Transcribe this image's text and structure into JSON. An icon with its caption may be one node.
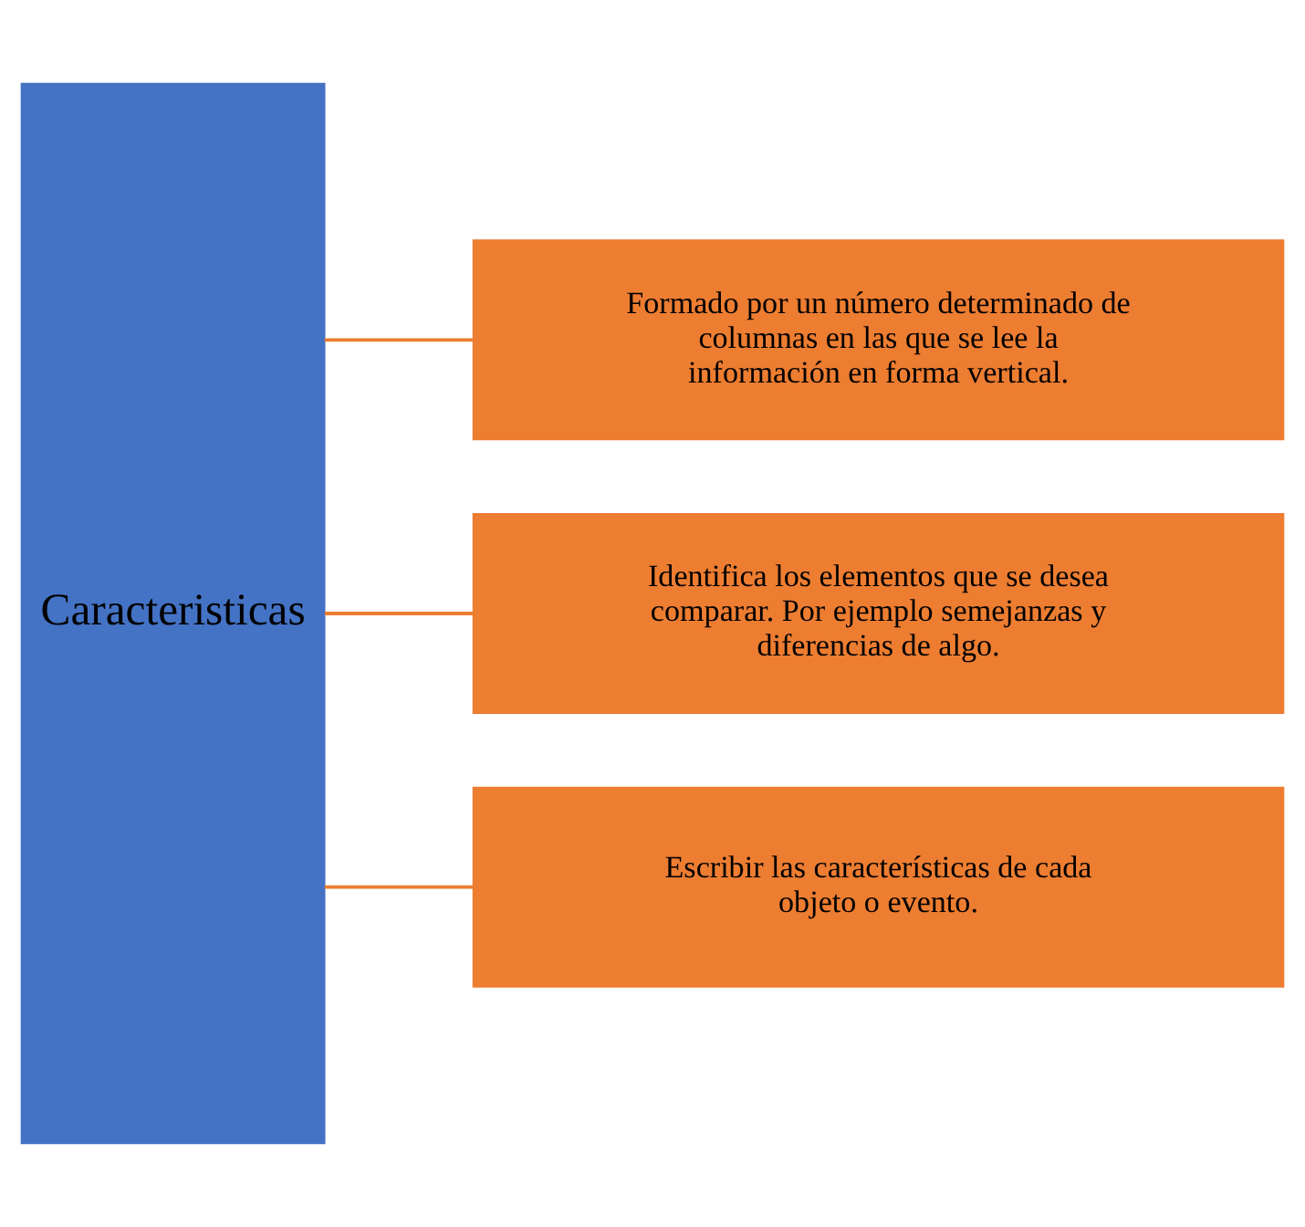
{
  "diagram": {
    "nodes": [
      {
        "text": [
          "Caracteristicas"
        ]
      },
      {
        "text": [
          "Formado por un número determinado de columnas en las que se lee la información en forma vertical."
        ]
      },
      {
        "text": [
          "Identifica los elementos que se desea comparar. Por ejemplo semejanzas y diferencias de algo."
        ]
      },
      {
        "text": [
          "Escribir las características de cada objeto o evento."
        ]
      }
    ],
    "edges": [
      {
        "from": 0,
        "to": 1,
        "arrow": "none"
      },
      {
        "from": 0,
        "to": 2,
        "arrow": "none"
      },
      {
        "from": 0,
        "to": 3,
        "arrow": "none"
      }
    ]
  }
}
